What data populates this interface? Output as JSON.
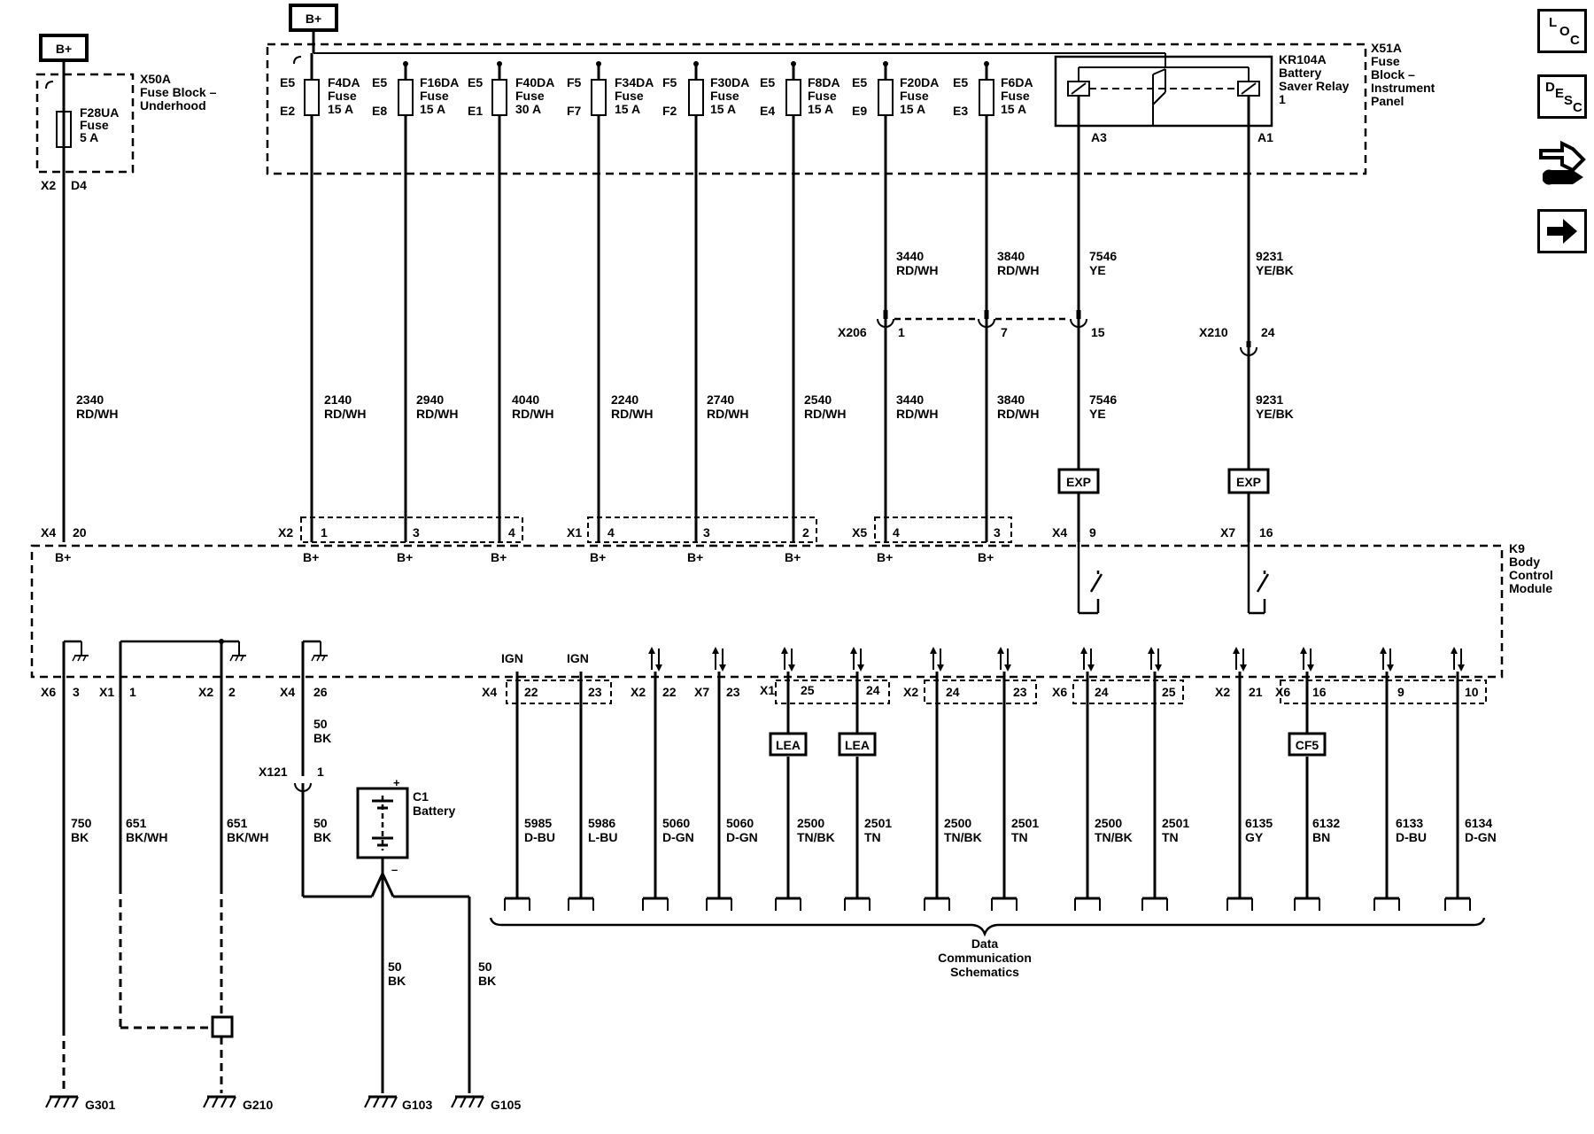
{
  "bplus": "B+",
  "x50a": {
    "connector": "X50A",
    "name_l1": "Fuse Block –",
    "name_l2": "Underhood",
    "fuse_name": "F28UA",
    "fuse_word": "Fuse",
    "fuse_rating": "5 A",
    "pin_left": "X2",
    "pin_right": "D4"
  },
  "x51a": {
    "connector": "X51A",
    "name_l1": "Fuse",
    "name_l2": "Block –",
    "name_l3": "Instrument",
    "name_l4": "Panel"
  },
  "relay": {
    "name": "KR104A",
    "desc_l1": "Battery",
    "desc_l2": "Saver Relay",
    "desc_l3": "1",
    "pin_a3": "A3",
    "pin_a1": "A1"
  },
  "fuses": [
    {
      "top": "E5",
      "bottom": "E2",
      "name": "F4DA",
      "word": "Fuse",
      "rating": "15 A"
    },
    {
      "top": "E5",
      "bottom": "E8",
      "name": "F16DA",
      "word": "Fuse",
      "rating": "15 A"
    },
    {
      "top": "E5",
      "bottom": "E1",
      "name": "F40DA",
      "word": "Fuse",
      "rating": "30 A"
    },
    {
      "top": "F5",
      "bottom": "F7",
      "name": "F34DA",
      "word": "Fuse",
      "rating": "15 A"
    },
    {
      "top": "F5",
      "bottom": "F2",
      "name": "F30DA",
      "word": "Fuse",
      "rating": "15 A"
    },
    {
      "top": "E5",
      "bottom": "E4",
      "name": "F8DA",
      "word": "Fuse",
      "rating": "15 A"
    },
    {
      "top": "E5",
      "bottom": "E9",
      "name": "F20DA",
      "word": "Fuse",
      "rating": "15 A"
    },
    {
      "top": "E5",
      "bottom": "E3",
      "name": "F6DA",
      "word": "Fuse",
      "rating": "15 A"
    }
  ],
  "wires_upper": [
    {
      "circuit": "2340",
      "color": "RD/WH"
    },
    {
      "circuit": "2140",
      "color": "RD/WH"
    },
    {
      "circuit": "2940",
      "color": "RD/WH"
    },
    {
      "circuit": "4040",
      "color": "RD/WH"
    },
    {
      "circuit": "2240",
      "color": "RD/WH"
    },
    {
      "circuit": "2740",
      "color": "RD/WH"
    },
    {
      "circuit": "2540",
      "color": "RD/WH"
    },
    {
      "circuit": "3440",
      "color": "RD/WH"
    },
    {
      "circuit": "3840",
      "color": "RD/WH"
    },
    {
      "circuit": "7546",
      "color": "YE"
    },
    {
      "circuit": "9231",
      "color": "YE/BK"
    }
  ],
  "wires_top": [
    {
      "circuit": "3440",
      "color": "RD/WH"
    },
    {
      "circuit": "3840",
      "color": "RD/WH"
    },
    {
      "circuit": "7546",
      "color": "YE"
    },
    {
      "circuit": "9231",
      "color": "YE/BK"
    }
  ],
  "x206": {
    "label": "X206",
    "pins": [
      "1",
      "7",
      "15"
    ]
  },
  "x210": {
    "label": "X210",
    "pin": "24"
  },
  "exp": "EXP",
  "k9": {
    "name_l1": "K9",
    "name_l2": "Body",
    "name_l3": "Control",
    "name_l4": "Module"
  },
  "k9_top_pins": [
    {
      "conn": "X4",
      "pin": "20"
    },
    {
      "conn": "X2",
      "pin": "1"
    },
    {
      "conn": "",
      "pin": "3"
    },
    {
      "conn": "",
      "pin": "4"
    },
    {
      "conn": "X1",
      "pin": "4"
    },
    {
      "conn": "",
      "pin": "3"
    },
    {
      "conn": "",
      "pin": "2"
    },
    {
      "conn": "X5",
      "pin": "4"
    },
    {
      "conn": "",
      "pin": "3"
    },
    {
      "conn": "X4",
      "pin": "9"
    },
    {
      "conn": "X7",
      "pin": "16"
    }
  ],
  "k9_bottom_pins": [
    {
      "conn": "X6",
      "pin": "3"
    },
    {
      "conn": "X1",
      "pin": "1"
    },
    {
      "conn": "X2",
      "pin": "2"
    },
    {
      "conn": "X4",
      "pin": "26"
    },
    {
      "conn": "X4",
      "pin": "22"
    },
    {
      "conn": "",
      "pin": "23"
    },
    {
      "conn": "X2",
      "pin": "22"
    },
    {
      "conn": "X7",
      "pin": "23"
    },
    {
      "conn": "X1",
      "pin": "25"
    },
    {
      "conn": "",
      "pin": "24"
    },
    {
      "conn": "X2",
      "pin": "24"
    },
    {
      "conn": "",
      "pin": "23"
    },
    {
      "conn": "X6",
      "pin": "24"
    },
    {
      "conn": "",
      "pin": "25"
    },
    {
      "conn": "X2",
      "pin": "21"
    },
    {
      "conn": "X6",
      "pin": "16"
    },
    {
      "conn": "",
      "pin": "9"
    },
    {
      "conn": "",
      "pin": "10"
    }
  ],
  "ign": "IGN",
  "lea": "LEA",
  "cf5": "CF5",
  "wires_lower": [
    {
      "circuit": "750",
      "color": "BK"
    },
    {
      "circuit": "651",
      "color": "BK/WH"
    },
    {
      "circuit": "651",
      "color": "BK/WH"
    },
    {
      "circuit": "50",
      "color": "BK"
    },
    {
      "circuit": "5985",
      "color": "D-BU"
    },
    {
      "circuit": "5986",
      "color": "L-BU"
    },
    {
      "circuit": "5060",
      "color": "D-GN"
    },
    {
      "circuit": "5060",
      "color": "D-GN"
    },
    {
      "circuit": "2500",
      "color": "TN/BK"
    },
    {
      "circuit": "2501",
      "color": "TN"
    },
    {
      "circuit": "2500",
      "color": "TN/BK"
    },
    {
      "circuit": "2501",
      "color": "TN"
    },
    {
      "circuit": "2500",
      "color": "TN/BK"
    },
    {
      "circuit": "2501",
      "color": "TN"
    },
    {
      "circuit": "6135",
      "color": "GY"
    },
    {
      "circuit": "6132",
      "color": "BN"
    },
    {
      "circuit": "6133",
      "color": "D-BU"
    },
    {
      "circuit": "6134",
      "color": "D-GN"
    }
  ],
  "wire_50_upper": {
    "circuit": "50",
    "color": "BK"
  },
  "wire_50_g103": {
    "circuit": "50",
    "color": "BK"
  },
  "wire_50_g105": {
    "circuit": "50",
    "color": "BK"
  },
  "x121": {
    "label": "X121",
    "pin": "1"
  },
  "battery": {
    "name": "C1",
    "desc": "Battery",
    "plus": "+",
    "minus": "–"
  },
  "grounds": [
    "G301",
    "G210",
    "G103",
    "G105"
  ],
  "data_comm": {
    "l1": "Data",
    "l2": "Communication",
    "l3": "Schematics"
  },
  "side_icons": [
    {
      "name": "loc-icon",
      "letters": [
        "L",
        "O",
        "C"
      ]
    },
    {
      "name": "desc-icon",
      "letters": [
        "D",
        "E",
        "S",
        "C"
      ]
    },
    {
      "name": "connector-tools-icon"
    },
    {
      "name": "next-arrow-icon"
    }
  ]
}
